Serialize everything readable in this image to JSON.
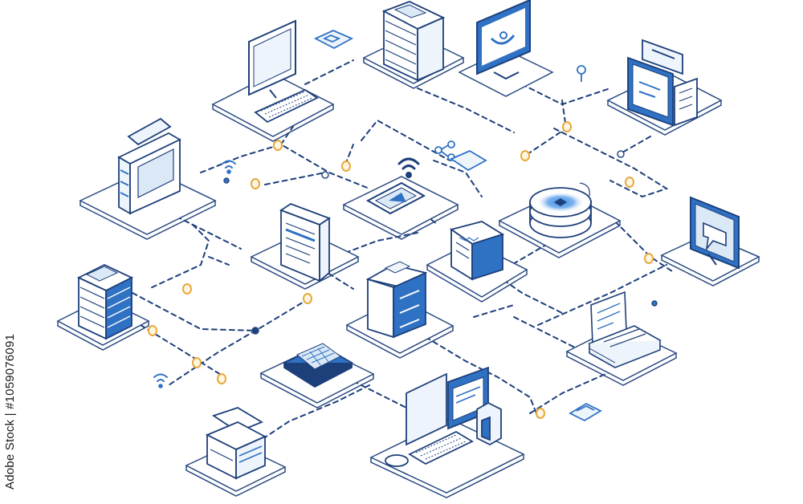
{
  "diagram": {
    "colors": {
      "line": "#1d3f7a",
      "accent": "#2f72c4",
      "accent_light": "#dbe8f6",
      "platform": "#ffffff",
      "platform_edge": "#2a4a82",
      "coin": "#e7a83a",
      "text_watermark": "#1a1a1a"
    },
    "nodes": [
      {
        "id": "monitor-keyboard",
        "icon": "monitor-keyboard-icon"
      },
      {
        "id": "server-rack-top",
        "icon": "server-rack-icon"
      },
      {
        "id": "monitor-user",
        "icon": "user-monitor-icon"
      },
      {
        "id": "window-card",
        "icon": "window-card-icon"
      },
      {
        "id": "filing-tower",
        "icon": "filing-tower-icon"
      },
      {
        "id": "tablet",
        "icon": "tablet-icon"
      },
      {
        "id": "document-panel",
        "icon": "document-panel-icon"
      },
      {
        "id": "cloud-disk",
        "icon": "cloud-disk-icon"
      },
      {
        "id": "chat-monitor",
        "icon": "chat-monitor-icon"
      },
      {
        "id": "server-stack",
        "icon": "server-stack-icon"
      },
      {
        "id": "router-box",
        "icon": "router-icon"
      },
      {
        "id": "file-cabinet",
        "icon": "file-cabinet-icon"
      },
      {
        "id": "keyboard-pad",
        "icon": "keypad-icon"
      },
      {
        "id": "paper-stack",
        "icon": "paper-stack-icon"
      },
      {
        "id": "printer",
        "icon": "printer-icon"
      },
      {
        "id": "workstation",
        "icon": "workstation-icon"
      }
    ]
  },
  "watermark": {
    "text": "Adobe Stock | #1059076091"
  }
}
